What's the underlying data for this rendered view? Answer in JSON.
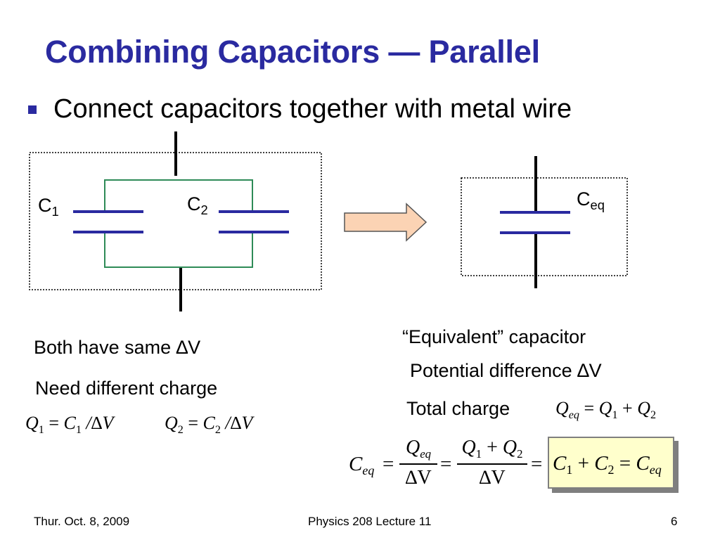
{
  "slide": {
    "title": "Combining Capacitors — Parallel",
    "bullet": "Connect capacitors together with metal wire"
  },
  "circuit": {
    "c1_letter": "C",
    "c1_sub": "1",
    "c2_letter": "C",
    "c2_sub": "2",
    "ceq_letter": "C",
    "ceq_sub": "eq"
  },
  "notes_left": {
    "same_dv": "Both have same ∆V",
    "need_charge": "Need different charge"
  },
  "notes_right": {
    "equivalent": "“Equivalent” capacitor",
    "potential": "Potential difference ∆V",
    "total_charge": "Total charge"
  },
  "equations": {
    "q1": {
      "q": "Q",
      "qs": "1",
      "eq": "=",
      "c": "C",
      "cs": "1",
      "rest": "/∆V"
    },
    "q2": {
      "q": "Q",
      "qs": "2",
      "eq": "=",
      "c": "C",
      "cs": "2",
      "rest": "/∆V"
    },
    "qeq": {
      "q": "Q",
      "qs": "eq",
      "eq": "=",
      "a": "Q",
      "as": "1",
      "plus": "+",
      "b": "Q",
      "bs": "2"
    },
    "ceq": {
      "lhs": "C",
      "lhs_sub": "eq",
      "eq": "=",
      "f1_num": "Q",
      "f1_num_sub": "eq",
      "f1_den": "∆V",
      "f2_num_a": "Q",
      "f2_num_a_sub": "1",
      "f2_plus": "+",
      "f2_num_b": "Q",
      "f2_num_b_sub": "2",
      "f2_den": "∆V",
      "result": {
        "c1": "C",
        "c1s": "1",
        "plus": "+",
        "c2": "C",
        "c2s": "2",
        "eq": "=",
        "ceq": "C",
        "ceqs": "eq"
      }
    }
  },
  "footer": {
    "date": "Thur. Oct. 8, 2009",
    "course": "Physics 208 Lecture 11",
    "page": "6"
  },
  "colors": {
    "title": "#2a2aa0",
    "plates": "#2a2aa0",
    "green_wire": "#2e8b57",
    "arrow_fill": "#fbd3b4",
    "result_box": "#ffffcc"
  }
}
